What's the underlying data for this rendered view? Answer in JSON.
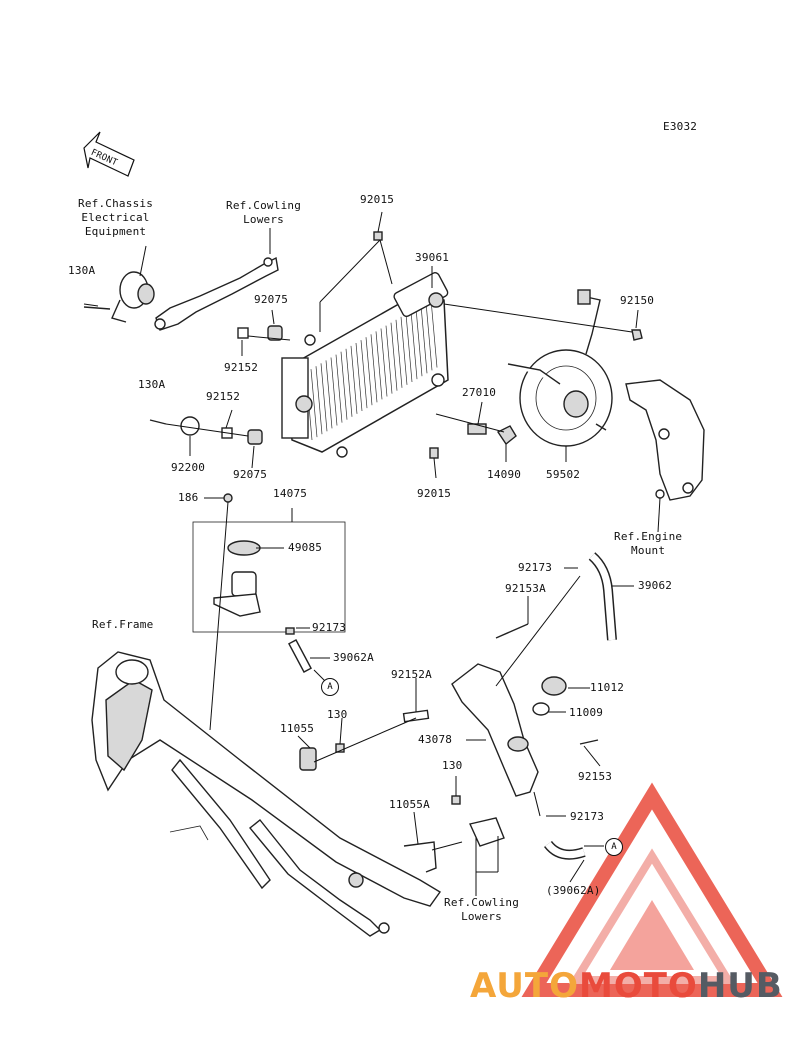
{
  "diagram_code": "E3032",
  "front_label": "FRONT",
  "callout": "A",
  "parts": [
    {
      "id": "p130a_1",
      "text": "130A"
    },
    {
      "id": "p130a_2",
      "text": "130A"
    },
    {
      "id": "p92015_1",
      "text": "92015"
    },
    {
      "id": "p92015_2",
      "text": "92015"
    },
    {
      "id": "p39061",
      "text": "39061"
    },
    {
      "id": "p92150",
      "text": "92150"
    },
    {
      "id": "p92075_1",
      "text": "92075"
    },
    {
      "id": "p92075_2",
      "text": "92075"
    },
    {
      "id": "p92152_1",
      "text": "92152"
    },
    {
      "id": "p92152_2",
      "text": "92152"
    },
    {
      "id": "p92200",
      "text": "92200"
    },
    {
      "id": "p27010",
      "text": "27010"
    },
    {
      "id": "p14090",
      "text": "14090"
    },
    {
      "id": "p59502",
      "text": "59502"
    },
    {
      "id": "p186",
      "text": "186"
    },
    {
      "id": "p14075",
      "text": "14075"
    },
    {
      "id": "p49085",
      "text": "49085"
    },
    {
      "id": "p92173_1",
      "text": "92173"
    },
    {
      "id": "p92173_2",
      "text": "92173"
    },
    {
      "id": "p92173_3",
      "text": "92173"
    },
    {
      "id": "p39062a",
      "text": "39062A"
    },
    {
      "id": "p39062",
      "text": "39062"
    },
    {
      "id": "p92153a",
      "text": "92153A"
    },
    {
      "id": "p92152a",
      "text": "92152A"
    },
    {
      "id": "p11012",
      "text": "11012"
    },
    {
      "id": "p11009",
      "text": "11009"
    },
    {
      "id": "p130_1",
      "text": "130"
    },
    {
      "id": "p130_2",
      "text": "130"
    },
    {
      "id": "p11055",
      "text": "11055"
    },
    {
      "id": "p11055a",
      "text": "11055A"
    },
    {
      "id": "p43078",
      "text": "43078"
    },
    {
      "id": "p92153",
      "text": "92153"
    },
    {
      "id": "p39062a_paren",
      "text": "(39062A)"
    }
  ],
  "refs": {
    "chassis": "Ref.Chassis\nElectrical\nEquipment",
    "cowling_top": "Ref.Cowling\nLowers",
    "engine_mount": "Ref.Engine\nMount",
    "frame": "Ref.Frame",
    "cowling_bottom": "Ref.Cowling\nLowers"
  },
  "watermark": {
    "part1": "AUTO",
    "part2": "MOTO",
    "part3": "HUB"
  }
}
